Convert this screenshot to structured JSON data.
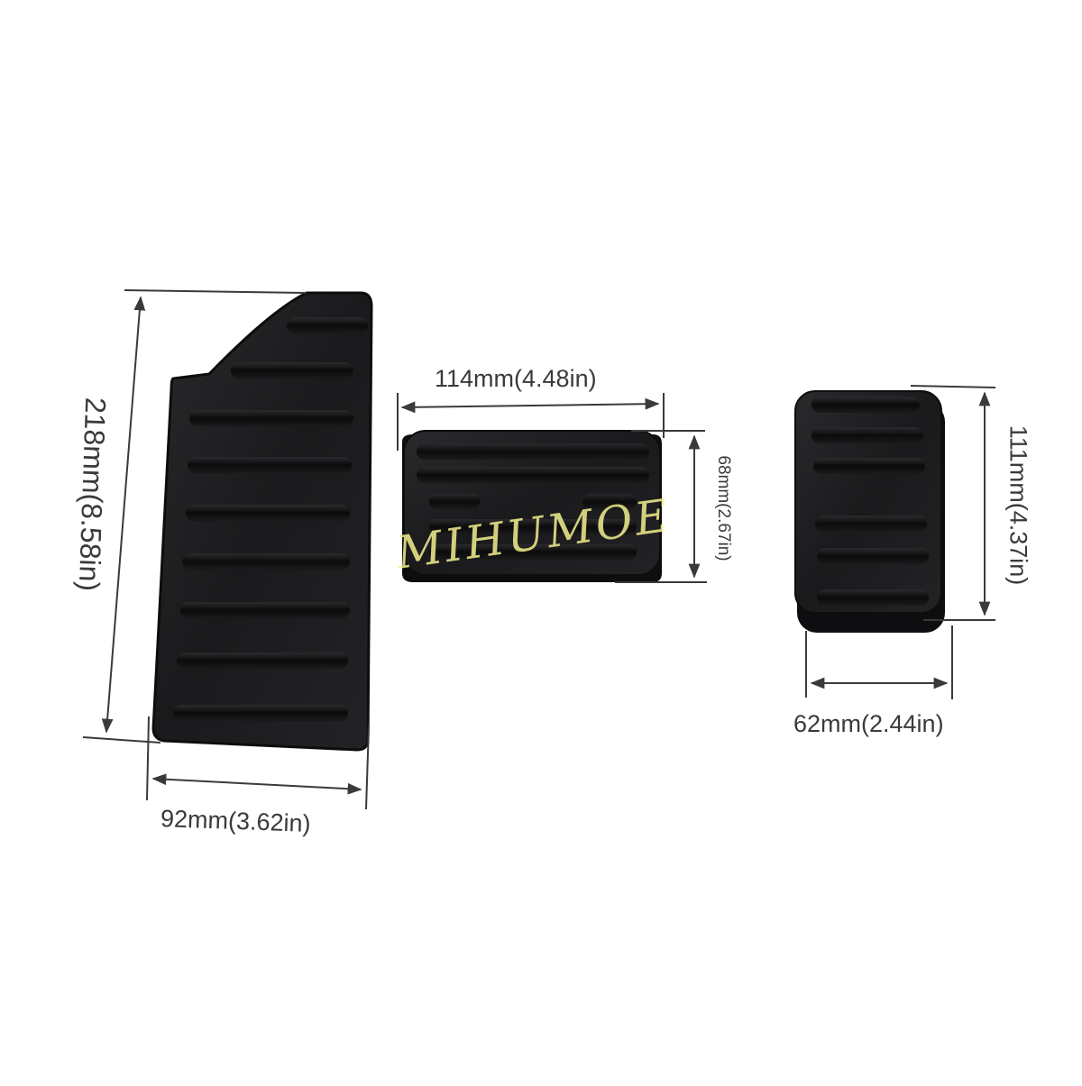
{
  "watermark": "MIHUMOE",
  "dimensions": {
    "accelerator_height": "218mm(8.58in)",
    "accelerator_width": "92mm(3.62in)",
    "brake_width": "114mm(4.48in)",
    "brake_height": "68mm(2.67in)",
    "clutch_height": "111mm(4.37in)",
    "clutch_width": "62mm(2.44in)"
  },
  "colors": {
    "pedal": "#1c1c1e",
    "ridge": "#0a0a0b",
    "measure_line": "#3a3a3a",
    "watermark": "#f3f08e"
  }
}
